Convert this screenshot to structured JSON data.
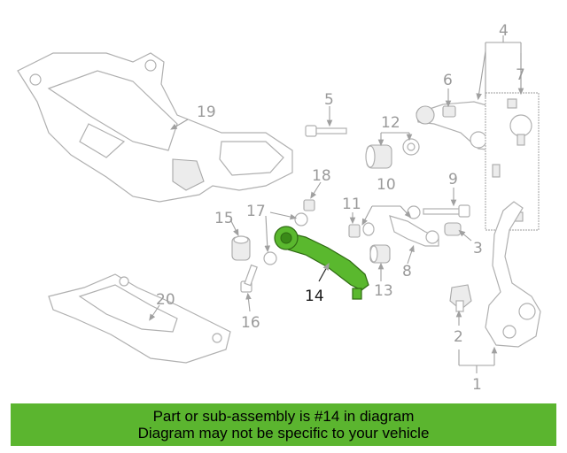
{
  "banner": {
    "line1": "Part or sub-assembly is #14 in diagram",
    "line2": "Diagram may not be specific to your vehicle",
    "color": "#5bb52f"
  },
  "highlight_color": "#5ab82e",
  "callouts": {
    "c1": "1",
    "c2": "2",
    "c3": "3",
    "c4": "4",
    "c5": "5",
    "c6": "6",
    "c7": "7",
    "c8": "8",
    "c9": "9",
    "c10": "10",
    "c11": "11",
    "c12": "12",
    "c13": "13",
    "c14": "14",
    "c15": "15",
    "c16": "16",
    "c17": "17",
    "c18": "18",
    "c19": "19",
    "c20": "20"
  }
}
